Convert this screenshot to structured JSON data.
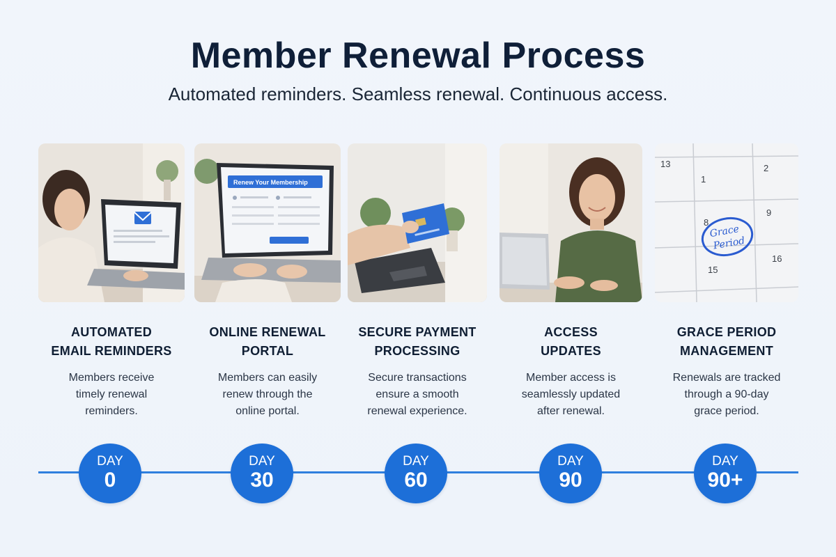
{
  "header": {
    "title": "Member Renewal Process",
    "subtitle": "Automated reminders. Seamless renewal. Continuous access."
  },
  "steps": [
    {
      "title_line1": "AUTOMATED",
      "title_line2": "EMAIL REMINDERS",
      "desc_line1": "Members receive",
      "desc_line2": "timely renewal",
      "desc_line3": "reminders.",
      "day_label": "DAY",
      "day_value": "0"
    },
    {
      "title_line1": "ONLINE RENEWAL",
      "title_line2": "PORTAL",
      "desc_line1": "Members can easily",
      "desc_line2": "renew through the",
      "desc_line3": "online portal.",
      "day_label": "DAY",
      "day_value": "30",
      "screen_heading": "Renew Your Membership"
    },
    {
      "title_line1": "SECURE PAYMENT",
      "title_line2": "PROCESSING",
      "desc_line1": "Secure transactions",
      "desc_line2": "ensure a smooth",
      "desc_line3": "renewal experience.",
      "day_label": "DAY",
      "day_value": "60"
    },
    {
      "title_line1": "ACCESS",
      "title_line2": "UPDATES",
      "desc_line1": "Member access is",
      "desc_line2": "seamlessly updated",
      "desc_line3": "after renewal.",
      "day_label": "DAY",
      "day_value": "90"
    },
    {
      "title_line1": "GRACE PERIOD",
      "title_line2": "MANAGEMENT",
      "desc_line1": "Renewals are tracked",
      "desc_line2": "through a 90-day",
      "desc_line3": "grace period.",
      "day_label": "DAY",
      "day_value": "90+",
      "calendar_numbers": [
        "13",
        "1",
        "2",
        "8",
        "9",
        "15",
        "16"
      ],
      "calendar_circle_line1": "Grace",
      "calendar_circle_line2": "Period"
    }
  ],
  "colors": {
    "accent": "#1d6fd8",
    "timeline": "#2f7fde",
    "title": "#0f1f38",
    "background": "#f1f5fb"
  }
}
